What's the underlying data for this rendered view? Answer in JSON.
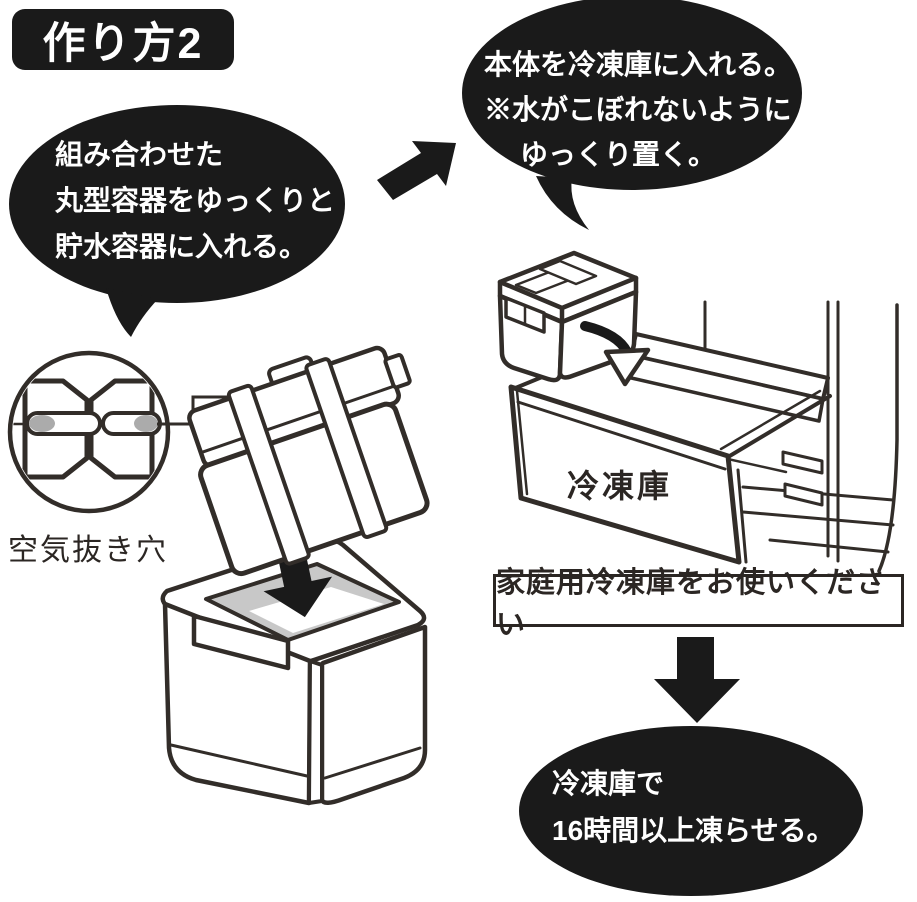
{
  "header": {
    "badge": "作り方2"
  },
  "bubbles": {
    "combine": {
      "lines": [
        "組み合わせた",
        "丸型容器をゆっくりと",
        "貯水容器に入れる。"
      ]
    },
    "freezer_place": {
      "lines": [
        "本体を冷凍庫に入れる。",
        "※水がこぼれないように",
        "ゆっくり置く。"
      ]
    },
    "freeze_time": {
      "lines": [
        "冷凍庫で",
        "16時間以上凍らせる。"
      ]
    }
  },
  "labels": {
    "air_vent": "空気抜き穴",
    "freezer_drawer": "冷凍庫",
    "notice": "家庭用冷凍庫をお使いください"
  },
  "icons": {
    "step_arrow": "arrow-up-right",
    "insert_arrow": "arrow-down",
    "place_arrow": "curved-arrow-down",
    "next_step_arrow": "arrow-down"
  },
  "colors": {
    "ink": "#1a1a1a",
    "line_art": "#322d29",
    "opening_gray": "#c8c8c8",
    "hole_gray": "#ababab",
    "background": "#ffffff"
  }
}
